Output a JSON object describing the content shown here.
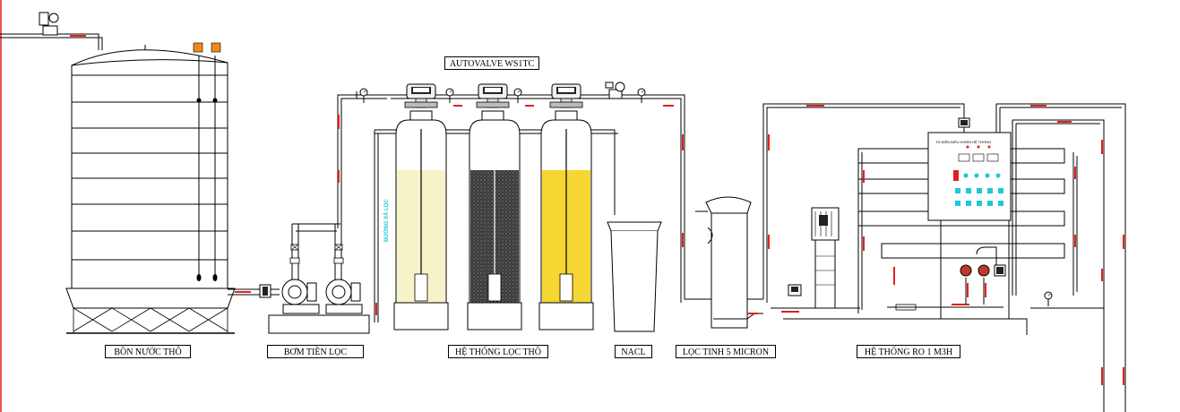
{
  "labels": {
    "raw_tank": "BỒN NƯỚC THÔ",
    "booster_pump": "BƠM TIỀN LỌC",
    "pre_filter": "HỆ THỐNG LỌC THÔ",
    "nacl": "NACL",
    "micron_filter": "LỌC TINH 5 MICRON",
    "ro_system": "HỆ THỐNG RO 1 M3H",
    "autovalve": "AUTOVALVE WS1TC",
    "backwash_line": "ĐƯỜNG XẢ LỌC",
    "control_panel": "TỦ ĐIỆN ĐIỀU KHIỂN HỆ THỐNG"
  },
  "colors": {
    "pipe": "#000000",
    "flow_arrow": "#e02020",
    "gravel_media": "#f7f3c8",
    "carbon_media": "#3a3a3a",
    "resin_media": "#f5d633",
    "panel_button": "#1ec8d8",
    "gauge_accent": "#e02020",
    "valve_orange": "#f08a1c"
  }
}
